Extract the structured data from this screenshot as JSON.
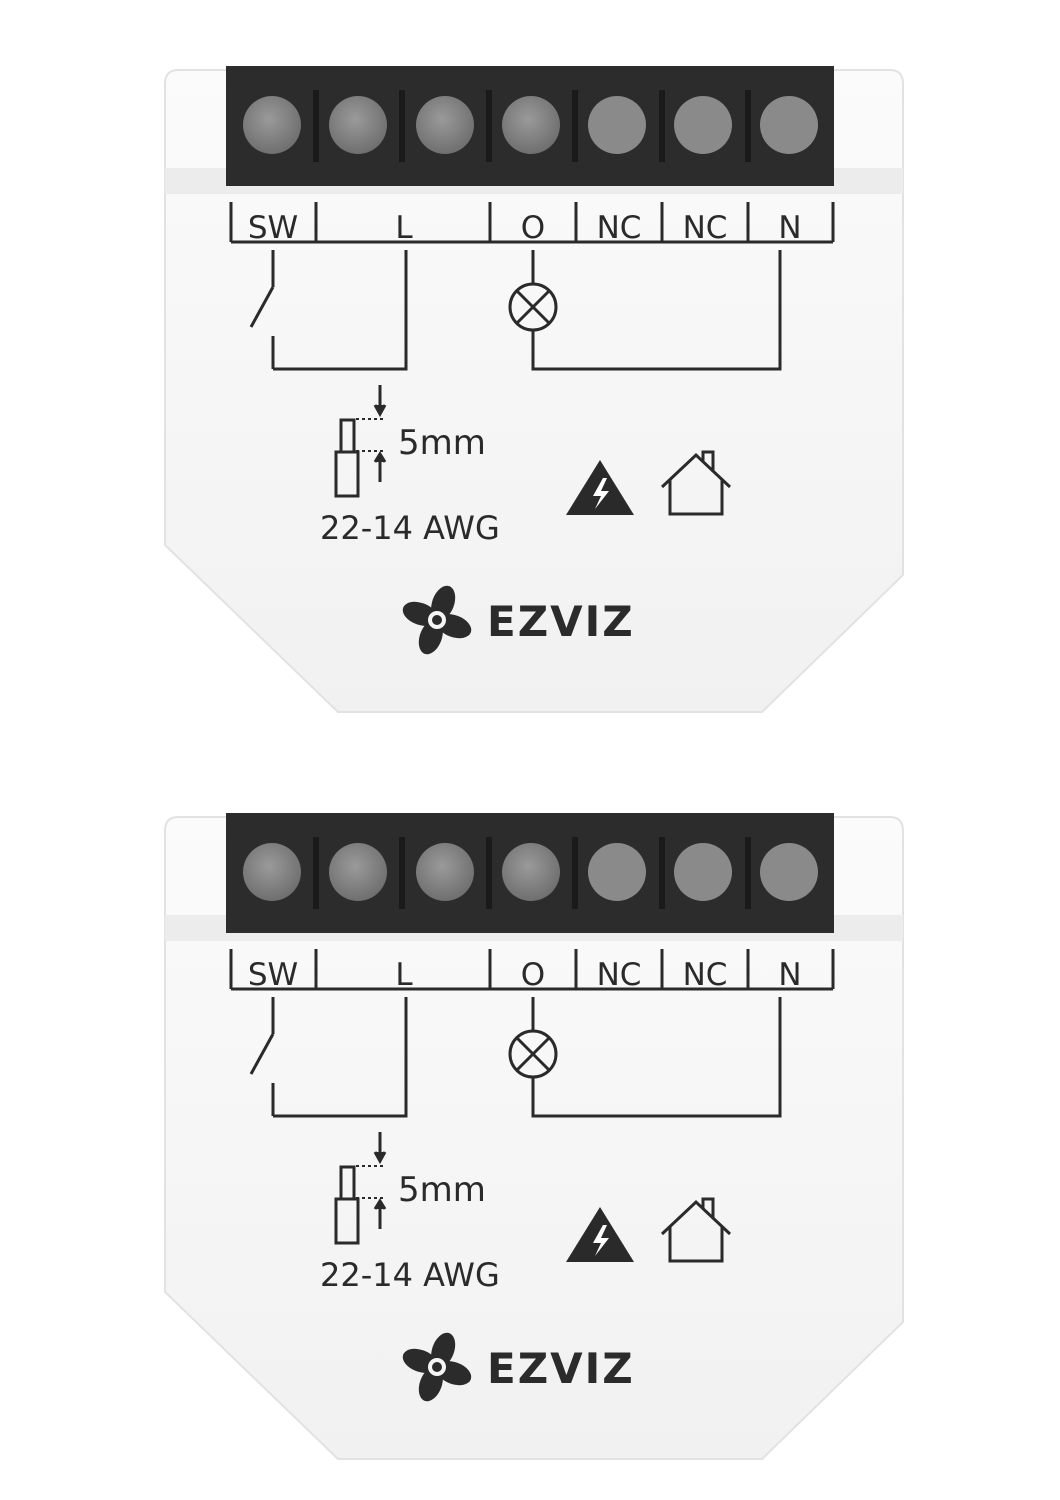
{
  "modules": [
    {
      "terminal_labels": [
        "SW",
        "L",
        "O",
        "NC",
        "NC",
        "N"
      ],
      "strip_length": "5mm",
      "wire_gauge": "22-14 AWG",
      "brand": "EZVIZ",
      "icons": [
        "electric-hazard-icon",
        "indoor-use-house-icon",
        "lamp-load-icon",
        "switch-contact-icon"
      ]
    },
    {
      "terminal_labels": [
        "SW",
        "L",
        "O",
        "NC",
        "NC",
        "N"
      ],
      "strip_length": "5mm",
      "wire_gauge": "22-14 AWG",
      "brand": "EZVIZ",
      "icons": [
        "electric-hazard-icon",
        "indoor-use-house-icon",
        "lamp-load-icon",
        "switch-contact-icon"
      ]
    }
  ],
  "colors": {
    "housing": "#f5f5f5",
    "terminal_block": "#2c2c2c",
    "screw": "#8c8c8c",
    "print": "#2a2a2a"
  }
}
